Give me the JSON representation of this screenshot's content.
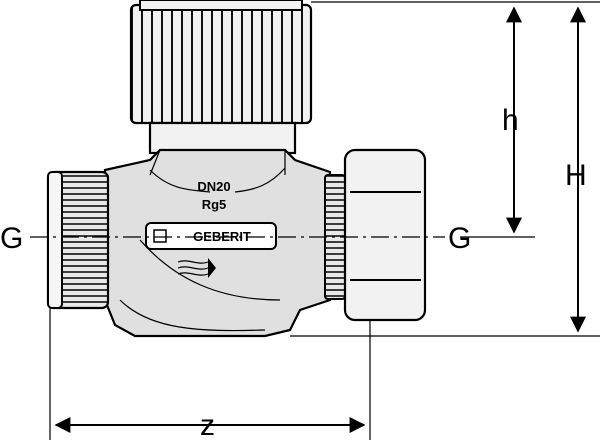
{
  "dimensions": {
    "g_left": "G",
    "g_right": "G",
    "h_small": "h",
    "h_big": "H",
    "z": "z"
  },
  "markings": {
    "dn": "DN20",
    "rg": "Rg5",
    "brand": "GEBERIT"
  }
}
